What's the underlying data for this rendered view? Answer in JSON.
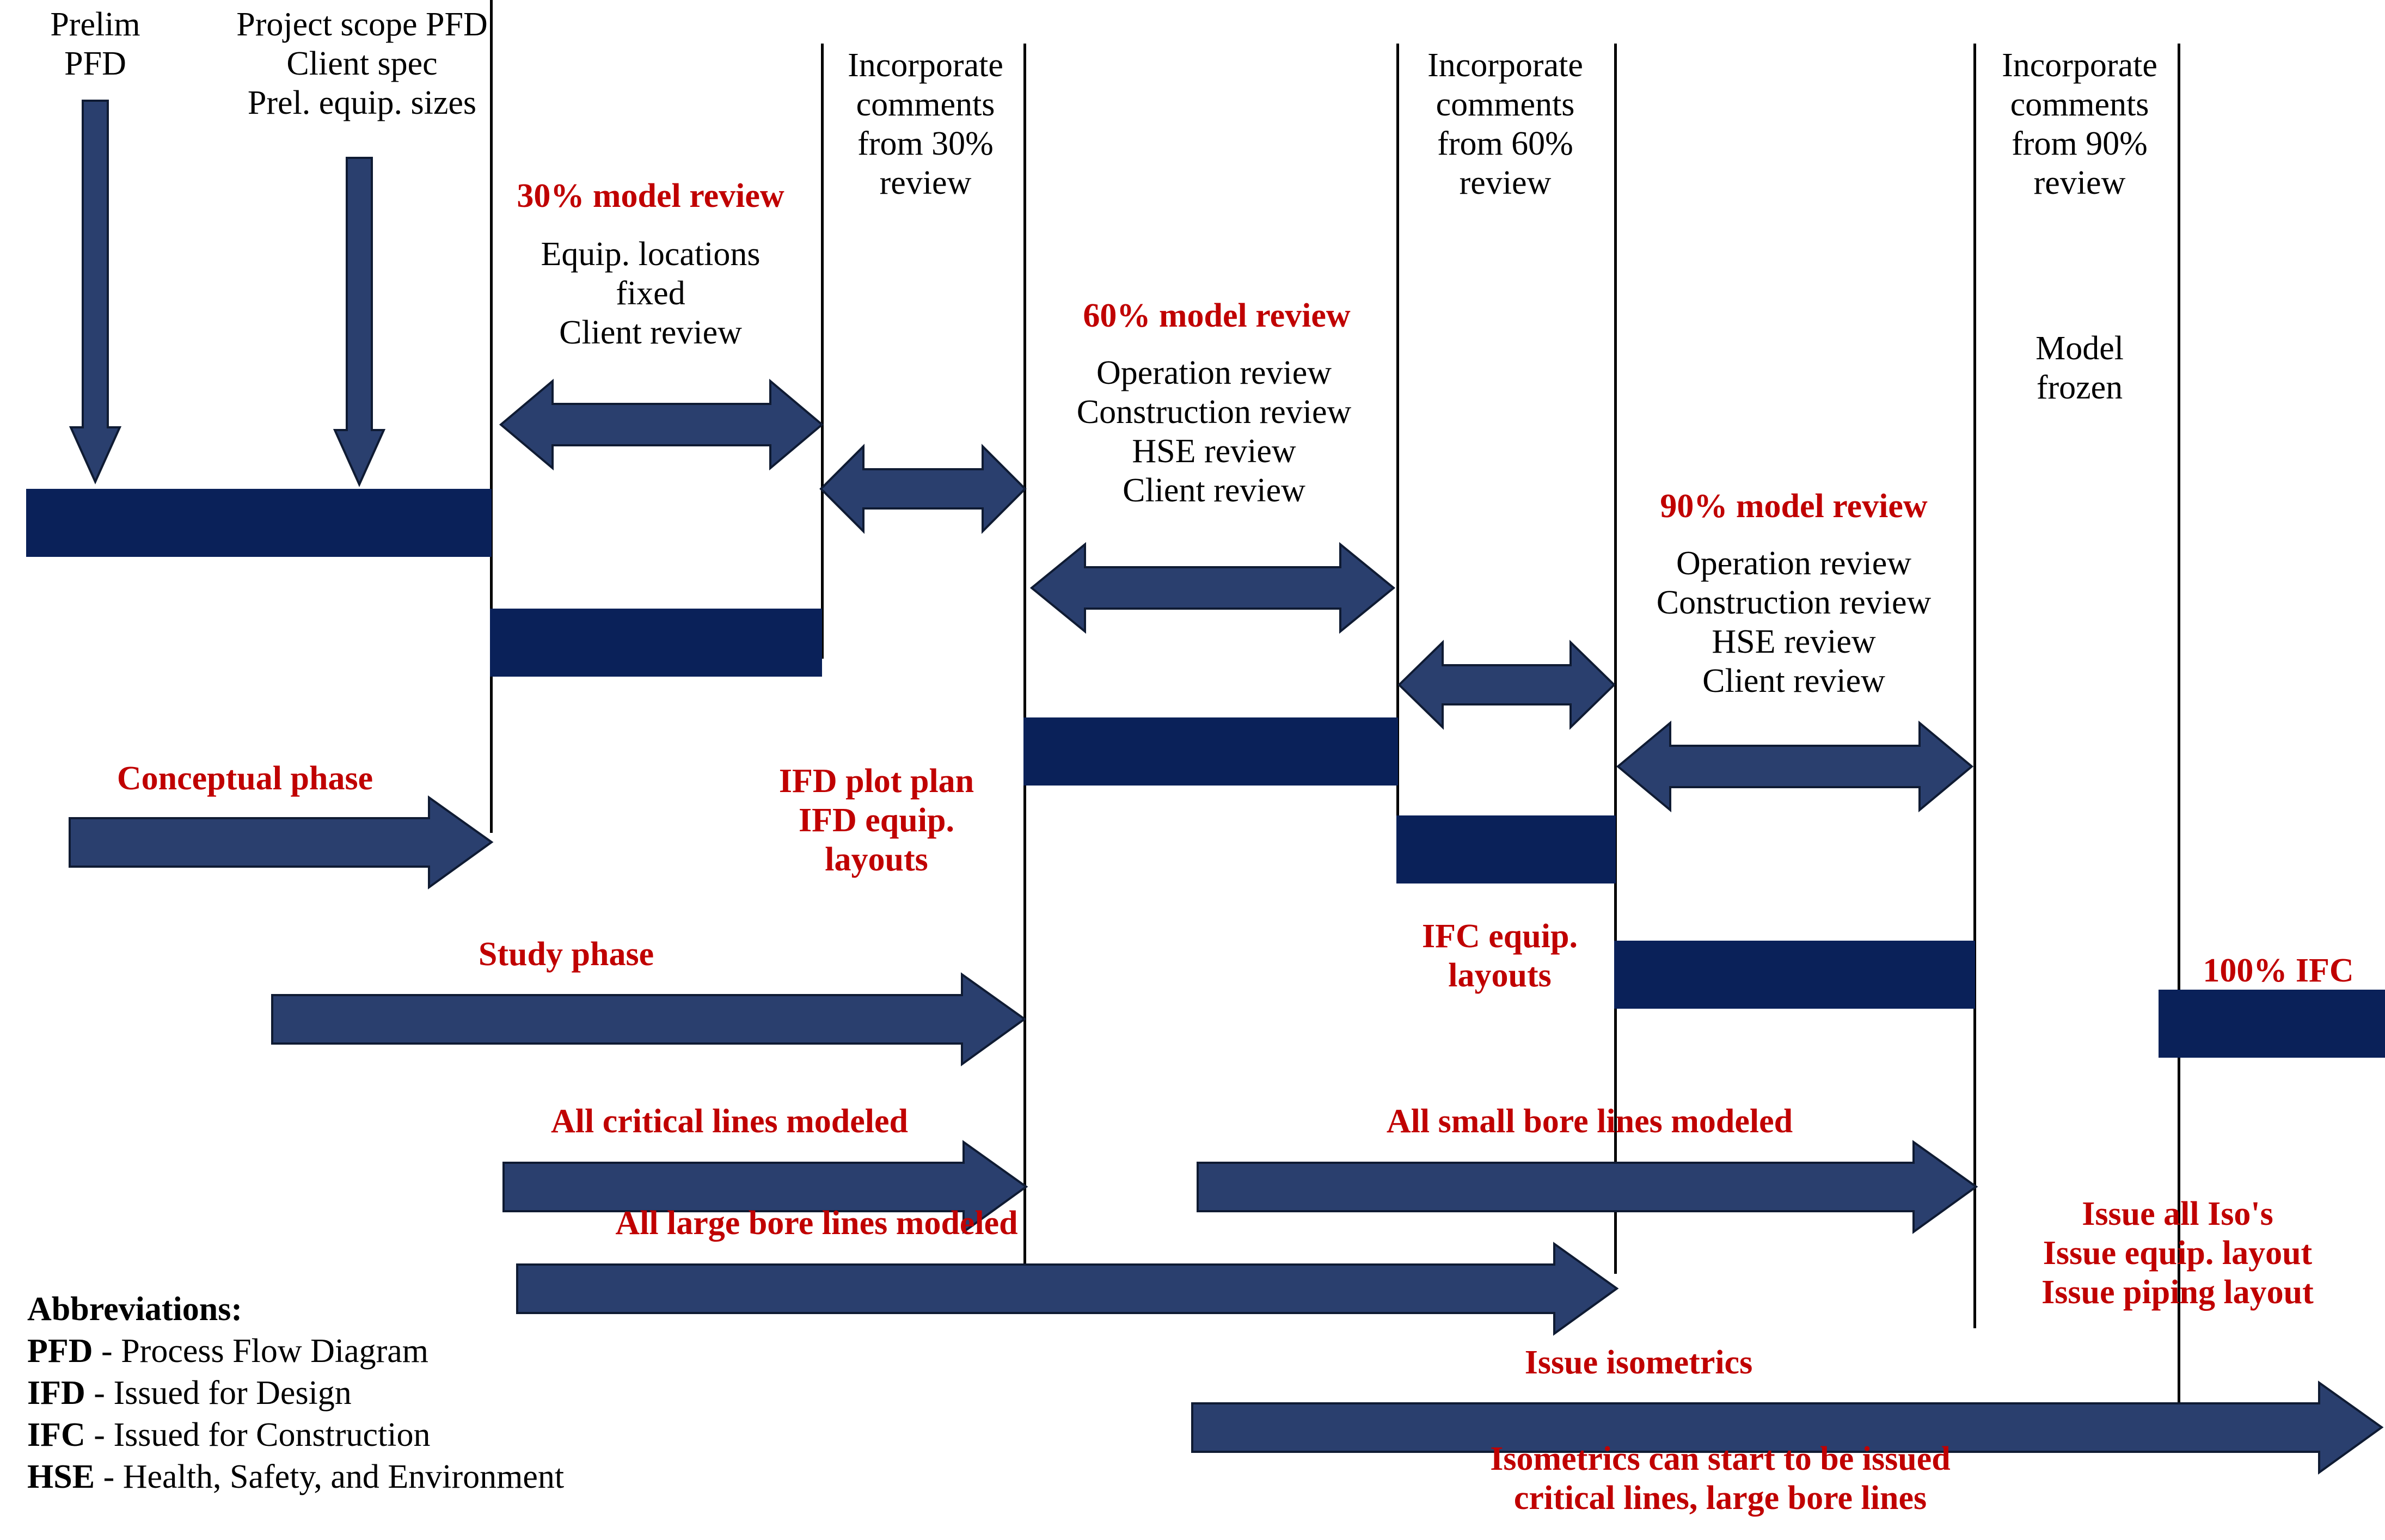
{
  "diagram": {
    "title": "Plant design model review and deliverable timeline",
    "colors": {
      "bar_navy": "#0A2159",
      "arrow_blue": "#2A3F6E",
      "arrow_outline": "#0F1B33",
      "red_text": "#C00000",
      "black_text": "#000000",
      "background": "#FFFFFF"
    }
  },
  "inputs": {
    "prelim_pfd": "Prelim\nPFD",
    "project_scope": "Project scope PFD\nClient spec\nPrel. equip. sizes"
  },
  "milestones": [
    {
      "id": "review-30",
      "title": "30% model review",
      "items": "Equip. locations\nfixed\nClient review"
    },
    {
      "id": "review-60",
      "title": "60% model review",
      "items": "Operation review\nConstruction review\nHSE review\nClient review"
    },
    {
      "id": "review-90",
      "title": "90% model review",
      "items": "Operation review\nConstruction review\nHSE review\nClient review"
    }
  ],
  "incorporate": [
    {
      "id": "incorporate-30",
      "text": "Incorporate\ncomments\nfrom 30%\nreview"
    },
    {
      "id": "incorporate-60",
      "text": "Incorporate\ncomments\nfrom 60%\nreview"
    },
    {
      "id": "incorporate-90",
      "text": "Incorporate\ncomments\nfrom 90%\nreview"
    }
  ],
  "model_frozen": "Model\nfrozen",
  "phases": [
    {
      "id": "conceptual-phase",
      "label": "Conceptual phase"
    },
    {
      "id": "study-phase",
      "label": "Study phase"
    },
    {
      "id": "critical-lines",
      "label": "All critical lines modeled"
    },
    {
      "id": "small-bore-lines",
      "label": "All small bore lines modeled"
    },
    {
      "id": "large-bore-lines",
      "label": "All large bore lines modeled"
    },
    {
      "id": "issue-isometrics",
      "label": "Issue isometrics"
    }
  ],
  "deliverables": {
    "ifd": "IFD plot plan\nIFD equip.\nlayouts",
    "ifc_equip": "IFC equip.\nlayouts",
    "ifc_100": "100% IFC",
    "issue_block": "Issue all Iso's\nIssue equip. layout\nIssue piping layout",
    "isometrics_note": "Isometrics can start to be issued\ncritical lines, large bore lines"
  },
  "abbreviations": {
    "heading": "Abbreviations:",
    "items": [
      {
        "key": "PFD",
        "sep": " - ",
        "value": "Process Flow Diagram"
      },
      {
        "key": "IFD",
        "sep": " - ",
        "value": "Issued for Design"
      },
      {
        "key": "IFC",
        "sep": " - ",
        "value": "Issued for Construction"
      },
      {
        "key": "HSE",
        "sep": " - ",
        "value": "Health, Safety, and Environment"
      }
    ]
  }
}
